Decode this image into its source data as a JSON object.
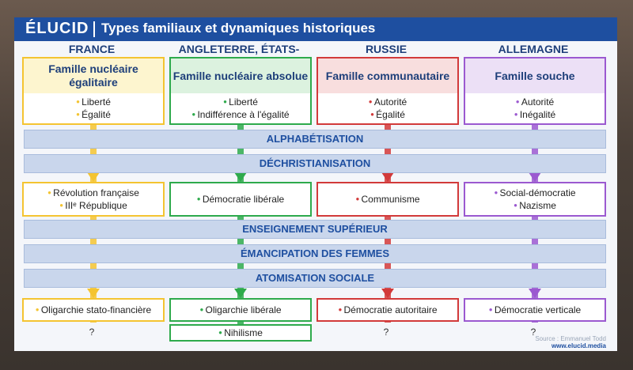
{
  "brand": "ÉLUCID",
  "title": "Types familiaux et dynamiques historiques",
  "columns": [
    {
      "country": "FRANCE",
      "family": "Famille nucléaire égalitaire",
      "values": [
        "Liberté",
        "Égalité"
      ],
      "color": "#f4c431",
      "bg": "#fdf5cf",
      "outcome1": [
        "Révolution française",
        "IIIᵉ République"
      ],
      "outcome2": "Oligarchie stato-financière",
      "outcome3": "",
      "question": "?"
    },
    {
      "country": "ANGLETERRE, ÉTATS-UNIS",
      "family": "Famille nucléaire absolue",
      "values": [
        "Liberté",
        "Indifférence à l'égalité"
      ],
      "color": "#2eaa4c",
      "bg": "#dcf2df",
      "outcome1": [
        "Démocratie libérale"
      ],
      "outcome2": "Oligarchie libérale",
      "outcome3": "Nihilisme",
      "question": ""
    },
    {
      "country": "RUSSIE",
      "family": "Famille communautaire",
      "values": [
        "Autorité",
        "Égalité"
      ],
      "color": "#d23a3a",
      "bg": "#f8dede",
      "outcome1": [
        "Communisme"
      ],
      "outcome2": "Démocratie autoritaire",
      "outcome3": "",
      "question": "?"
    },
    {
      "country": "ALLEMAGNE",
      "family": "Famille souche",
      "values": [
        "Autorité",
        "Inégalité"
      ],
      "color": "#9b59d0",
      "bg": "#ece0f6",
      "outcome1": [
        "Social-démocratie",
        "Nazisme"
      ],
      "outcome2": "Démocratie verticale",
      "outcome3": "",
      "question": "?"
    }
  ],
  "bands": [
    "ALPHABÉTISATION",
    "DÉCHRISTIANISATION",
    "ENSEIGNEMENT SUPÉRIEUR",
    "ÉMANCIPATION DES FEMMES",
    "ATOMISATION SOCIALE"
  ],
  "source": "Source : Emmanuel Todd",
  "site": "www.elucid.media"
}
